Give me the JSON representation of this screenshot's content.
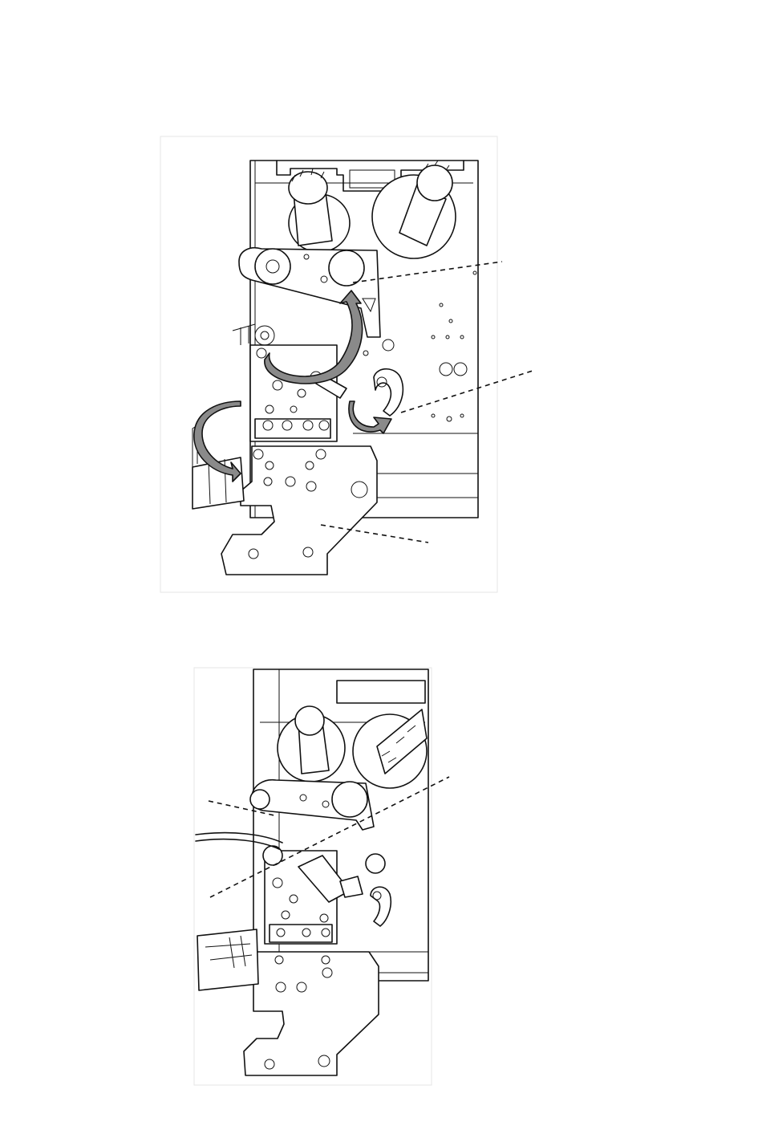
{
  "figures": [
    {
      "id": "figure-1",
      "description_labels": [],
      "callouts": 3,
      "arrows": [
        "rotate-print-head-arm",
        "rotate-lock-lever",
        "rotate-front-panel"
      ]
    },
    {
      "id": "figure-2",
      "description_labels": [],
      "callouts": 2
    }
  ],
  "colors": {
    "line": "#111111",
    "arrow_fill": "#8a8a8a",
    "background": "#ffffff"
  }
}
